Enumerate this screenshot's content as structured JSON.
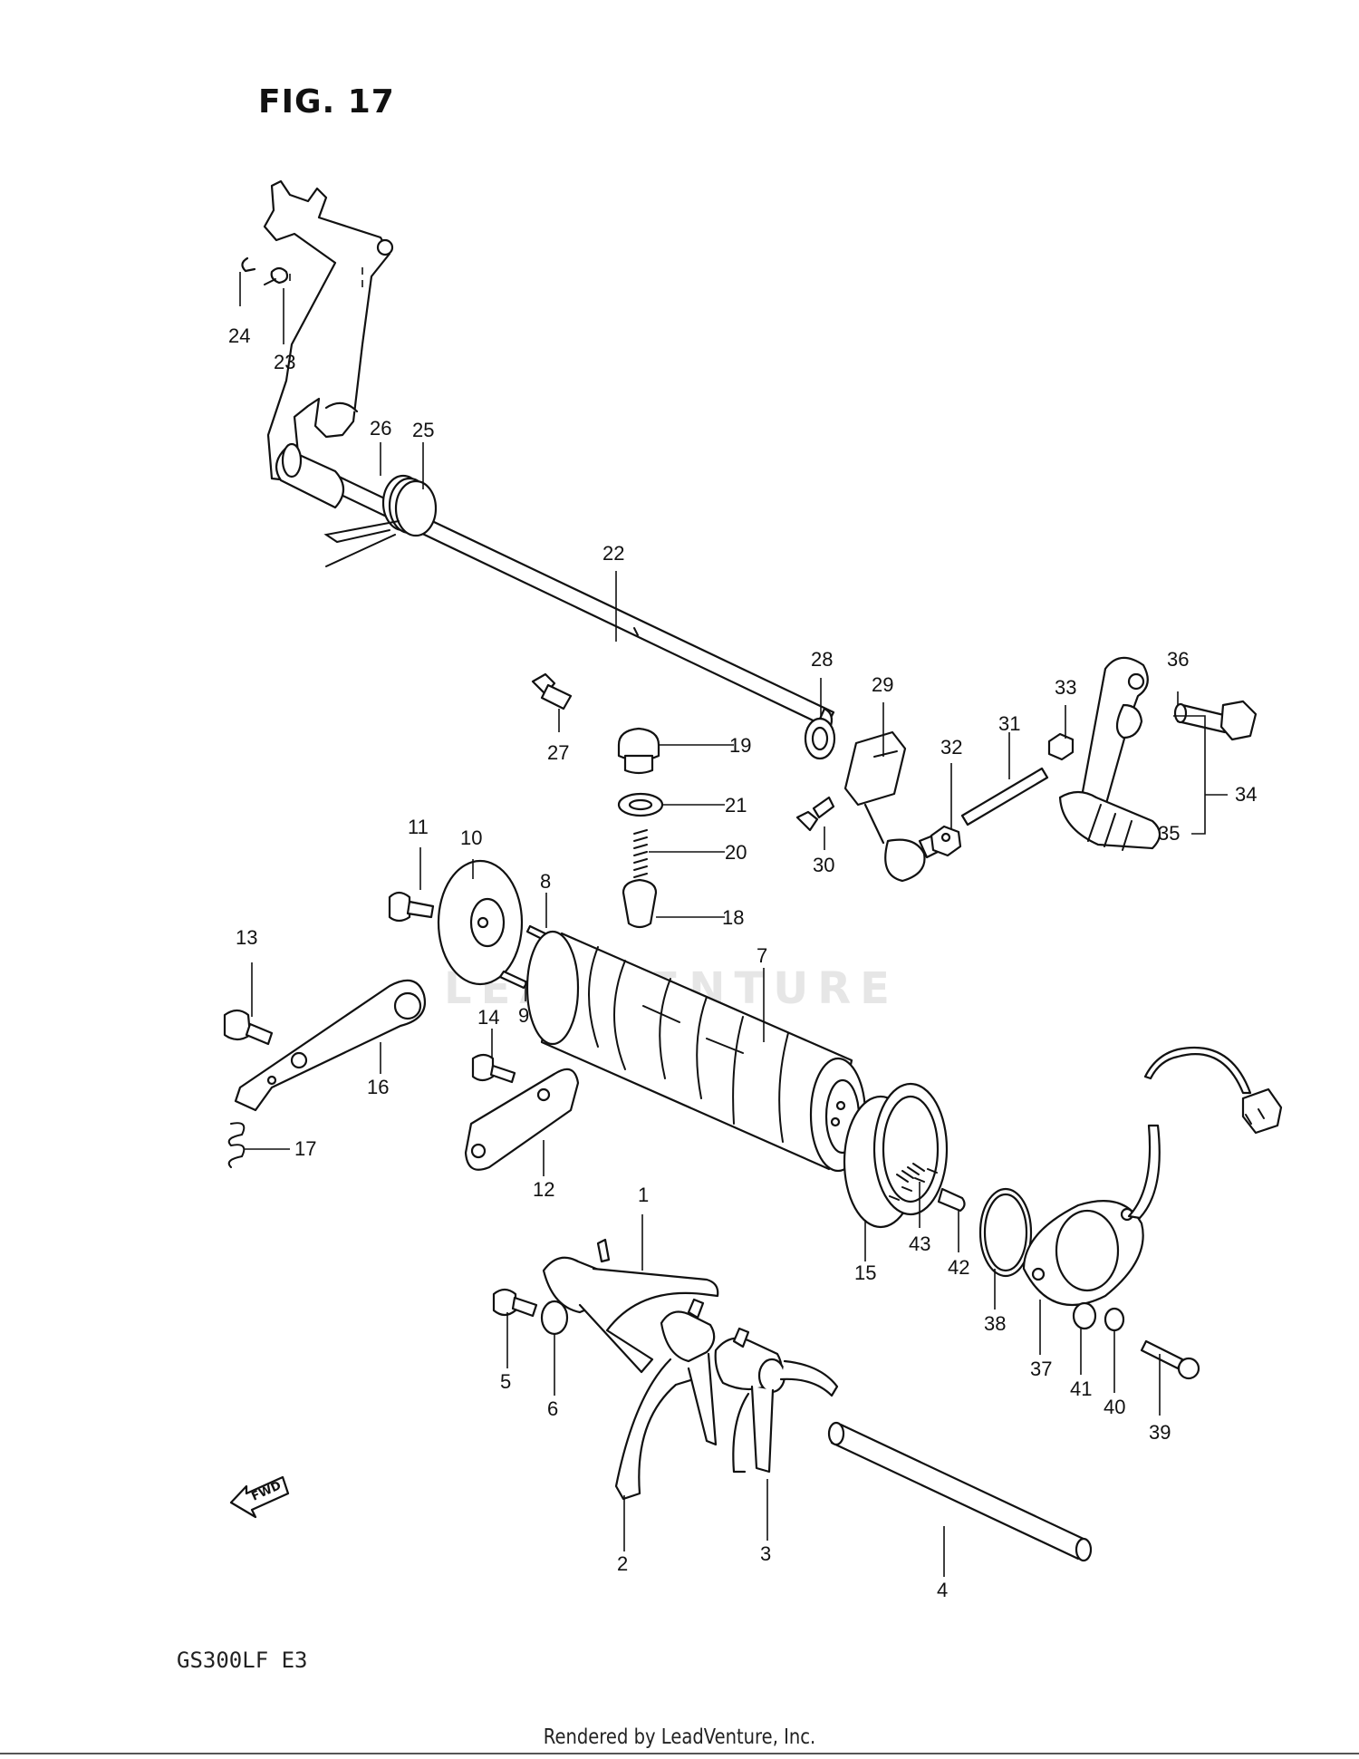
{
  "figure": {
    "title": "FIG. 17",
    "model_code": "GS300LF  E3",
    "footer": "Rendered by LeadVenture, Inc.",
    "watermark": "LEADVENTURE",
    "fwd_label": "FWD"
  },
  "callouts": [
    "1",
    "2",
    "3",
    "4",
    "5",
    "6",
    "7",
    "8",
    "9",
    "10",
    "11",
    "12",
    "13",
    "14",
    "15",
    "16",
    "17",
    "18",
    "19",
    "20",
    "21",
    "22",
    "23",
    "24",
    "25",
    "26",
    "27",
    "28",
    "29",
    "30",
    "31",
    "32",
    "33",
    "34",
    "35",
    "36",
    "37",
    "38",
    "39",
    "40",
    "41",
    "42",
    "43"
  ]
}
